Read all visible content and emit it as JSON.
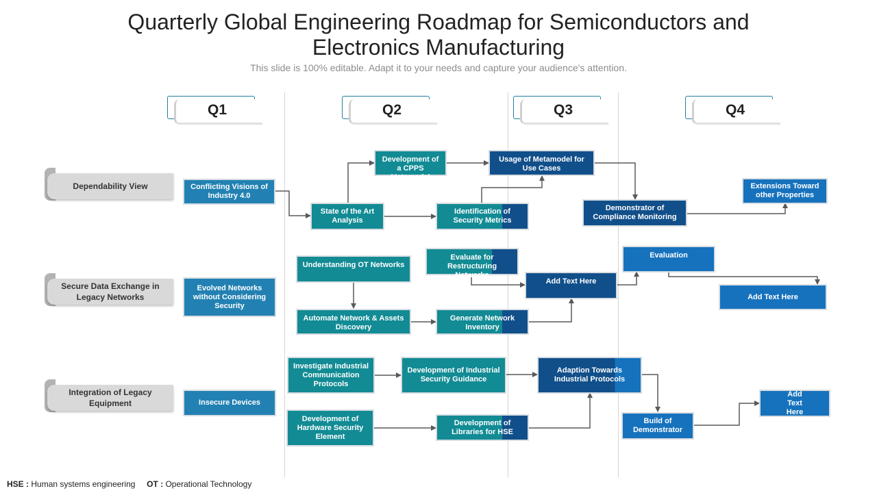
{
  "title": "Quarterly Global Engineering Roadmap for Semiconductors and Electronics Manufacturing",
  "subtitle": "This slide is 100% editable. Adapt it to your needs and capture your audience's attention.",
  "quarters": [
    "Q1",
    "Q2",
    "Q3",
    "Q4"
  ],
  "categories": [
    "Dependability View",
    "Secure Data Exchange in Legacy Networks",
    "Integration of Legacy Equipment"
  ],
  "boxes": {
    "conflicting_visions": "Conflicting Visions of Industry 4.0",
    "cpps_metamodel": "Development of a CPPS Metamodel",
    "metamodel_use_cases": "Usage of Metamodel for Use Cases",
    "state_of_art": "State of the Art Analysis",
    "security_metrics": "Identification of Security Metrics",
    "compliance_monitoring": "Demonstrator of Compliance Monitoring",
    "extensions": "Extensions Toward other Properties",
    "evolved_networks": "Evolved Networks without Considering Security",
    "understanding_ot": "Understanding OT Networks",
    "evaluate_restructuring": "Evaluate for Restructuring Networks",
    "add_text_1": "Add Text Here",
    "evaluation": "Evaluation",
    "add_text_2": "Add Text Here",
    "automate_network": "Automate Network & Assets Discovery",
    "network_inventory": "Generate Network Inventory",
    "insecure_devices": "Insecure Devices",
    "investigate_protocols": "Investigate Industrial Communication Protocols",
    "security_guidance": "Development of Industrial Security Guidance",
    "adaption_protocols": "Adaption Towards Industrial Protocols",
    "hardware_security": "Development of Hardware Security Element",
    "libraries_hse": "Development of Libraries for HSE",
    "build_demonstrator": "Build of Demonstrator",
    "add_text_3": "Add Text Here"
  },
  "footer": {
    "hse_abbr": "HSE :",
    "hse_text": "Human systems engineering",
    "ot_abbr": "OT :",
    "ot_text": "Operational Technology"
  },
  "colors": {
    "teal": "#128b94",
    "navy": "#114f8a",
    "blue": "#1672bd",
    "steel": "#2281b2",
    "connector": "#595959"
  }
}
